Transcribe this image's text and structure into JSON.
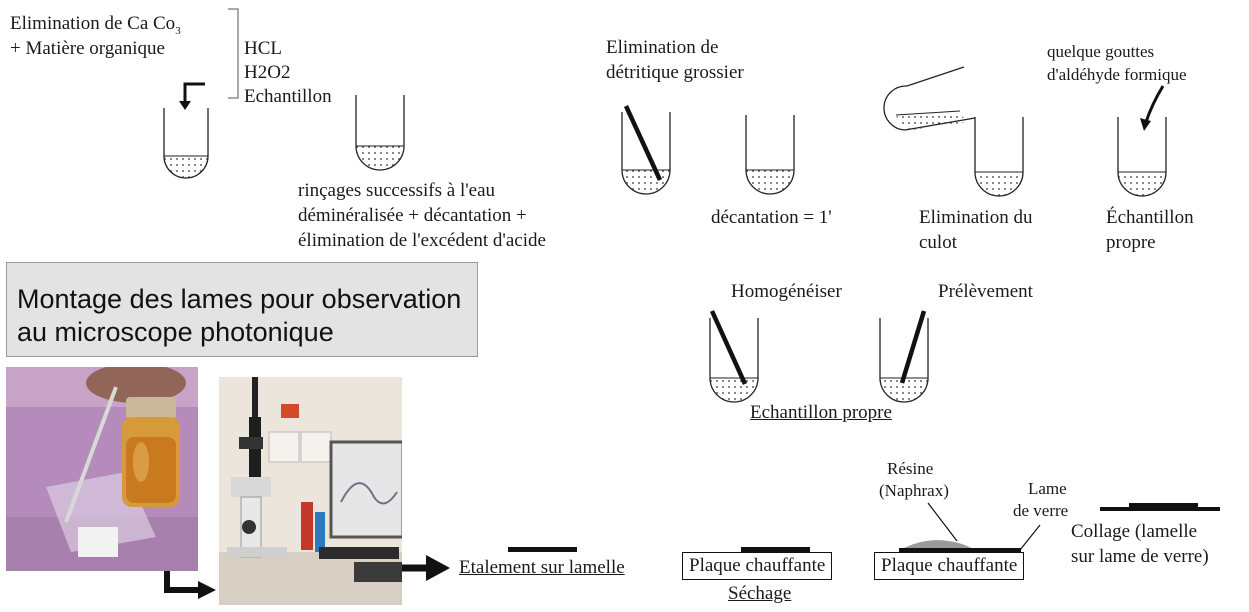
{
  "step1": {
    "label_line1": "Elimination de Ca Co",
    "label_sub": "3",
    "label_line2": "+ Matière organique",
    "reagents": [
      "HCL",
      "H2O2",
      "Echantillon"
    ]
  },
  "step2": {
    "caption": [
      "rinçages successifs à l'eau",
      "déminéralisée + décantation +",
      "élimination de l'excédent d'acide"
    ]
  },
  "step3": {
    "label": [
      "Elimination de",
      "détritique grossier"
    ],
    "caption": "décantation = 1'"
  },
  "step4": {
    "caption": [
      "Elimination du",
      "culot"
    ]
  },
  "step5": {
    "label": [
      "quelque gouttes",
      "d'aldéhyde formique"
    ],
    "caption": [
      "Échantillon",
      "propre"
    ]
  },
  "title_box": [
    "Montage des lames pour observation",
    "au microscope photonique"
  ],
  "middle": {
    "homogenize": "Homogénéiser",
    "sampling": "Prélèvement",
    "caption": "Echantillon propre"
  },
  "bottom": {
    "spreading": "Etalement sur lamelle",
    "hotplate_1": "Plaque chauffante",
    "drying": "Séchage",
    "resin": [
      "Résine",
      "(Naphrax)"
    ],
    "glass_slide": [
      "Lame",
      "de verre"
    ],
    "hotplate_2": "Plaque chauffante",
    "gluing": [
      "Collage (lamelle",
      "sur lame de verre)"
    ]
  }
}
